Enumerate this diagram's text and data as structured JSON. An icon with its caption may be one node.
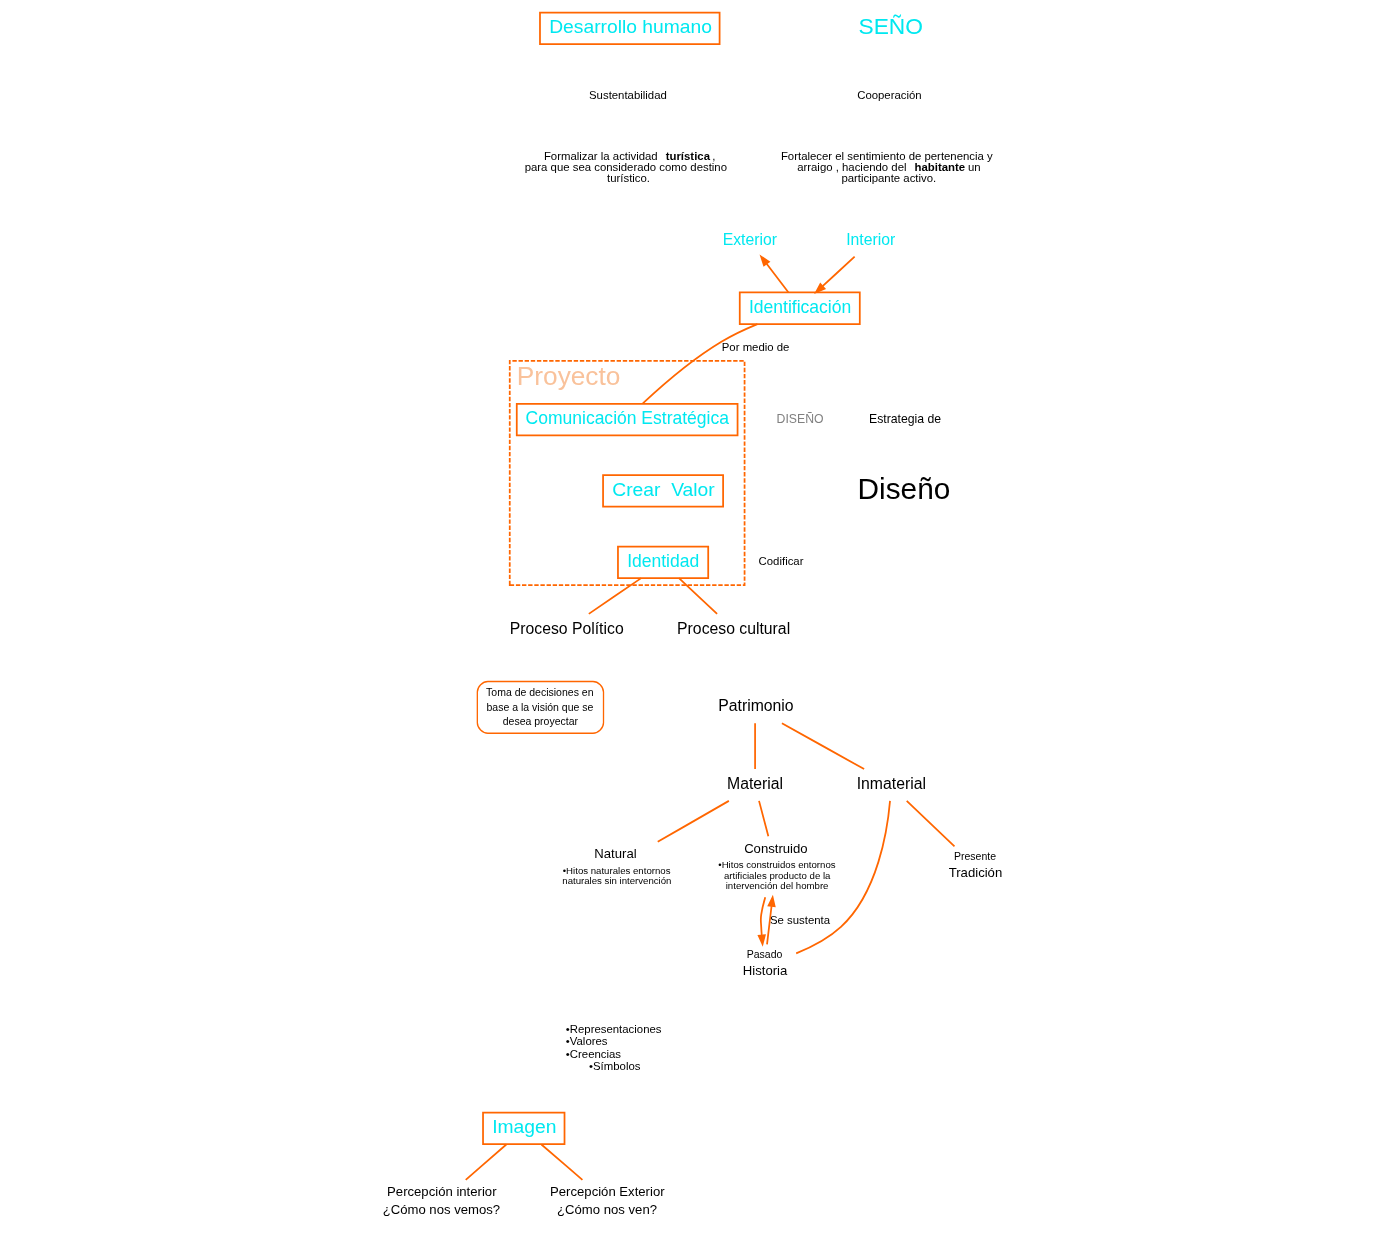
{
  "diagram": {
    "nodes": [
      {
        "text": [
          "Desarrollo humano"
        ]
      },
      {
        "text": [
          "Interior"
        ]
      },
      {
        "text": [
          "Identificación"
        ]
      },
      {
        "text": [
          "Exterior"
        ]
      },
      {
        "text": [
          "Proyecto"
        ]
      },
      {
        "text": [
          "Comunicación Estratégica"
        ],
        "in": 4
      },
      {
        "text": [
          "Crear  Valor"
        ],
        "in": 4
      },
      {
        "text": [
          "Identidad"
        ],
        "in": 4
      },
      {
        "text": [
          "Proceso Político"
        ]
      },
      {
        "text": [
          "Proceso cultural"
        ]
      },
      {
        "text": [
          "Toma de decisiones en base a la visión que se desea proyectar"
        ]
      },
      {
        "text": [
          "Patrimonio"
        ]
      },
      {
        "text": [
          "Material"
        ]
      },
      {
        "text": [
          "Inmaterial"
        ]
      },
      {
        "text": [
          "Natural"
        ],
        "beside": [
          "•Hitos naturales entornos naturales sin intervención"
        ]
      },
      {
        "text": [
          "Construido"
        ],
        "beside": [
          "•Hitos construidos entornos artificiales producto de la intervención del hombre"
        ]
      },
      {
        "text": [
          "Pasado",
          "Historia"
        ]
      },
      {
        "text": [
          "Presente",
          "Tradición"
        ]
      },
      {
        "text": [
          "Imagen"
        ]
      },
      {
        "text": [
          "Percepción interior ¿Cómo nos vemos?"
        ]
      },
      {
        "text": [
          "Percepción Exterior ¿Cómo nos ven?"
        ]
      }
    ],
    "edges": [
      {
        "from": 1,
        "to": 2,
        "arrow": "to"
      },
      {
        "from": 2,
        "to": 3,
        "arrow": "to"
      },
      {
        "from": 2,
        "to": 5,
        "arrow": "none",
        "label": "Por medio de"
      },
      {
        "from": 7,
        "to": 8,
        "arrow": "none"
      },
      {
        "from": 7,
        "to": 9,
        "arrow": "none"
      },
      {
        "from": 11,
        "to": 12,
        "arrow": "none"
      },
      {
        "from": 11,
        "to": 13,
        "arrow": "none"
      },
      {
        "from": 12,
        "to": 14,
        "arrow": "none"
      },
      {
        "from": 12,
        "to": 15,
        "arrow": "none"
      },
      {
        "from": 13,
        "to": 16,
        "arrow": "none"
      },
      {
        "from": 13,
        "to": 17,
        "arrow": "none"
      },
      {
        "from": 16,
        "to": 15,
        "arrow": "to",
        "label": "Se sustenta"
      },
      {
        "from": 15,
        "to": 16,
        "arrow": "to"
      },
      {
        "from": 18,
        "to": 19,
        "arrow": "none"
      },
      {
        "from": 18,
        "to": 20,
        "arrow": "none"
      }
    ],
    "labels": [
      "SEÑO",
      "Cooperación",
      "Fortalecer el sentimiento de pertenencia y arraigo , haciendo del **habitante** un participante activo.",
      "Sustentabilidad",
      "Formalizar la actividad **turística**, para que sea considerado como destino turístico.",
      "DISEÑO",
      "Codificar",
      "Estrategia de",
      "Diseño",
      "•Representaciones •Valores •Creencias •Símbolos"
    ]
  }
}
